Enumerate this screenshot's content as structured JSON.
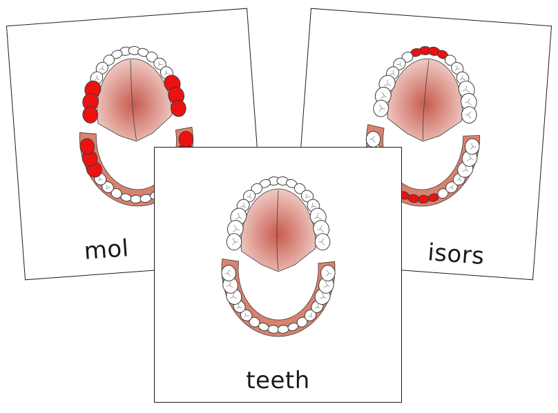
{
  "cards": [
    {
      "word": "mol",
      "highlight": "molars"
    },
    {
      "word": "isors",
      "highlight": "incisors"
    },
    {
      "word": "teeth",
      "highlight": "none"
    }
  ],
  "colors": {
    "highlight": "#ee1111",
    "palate_center": "#c85a4e",
    "palate_edge": "#f3d6cf",
    "gum": "#d9826f",
    "tooth": "#ffffff",
    "outline": "#3a3a3a"
  }
}
